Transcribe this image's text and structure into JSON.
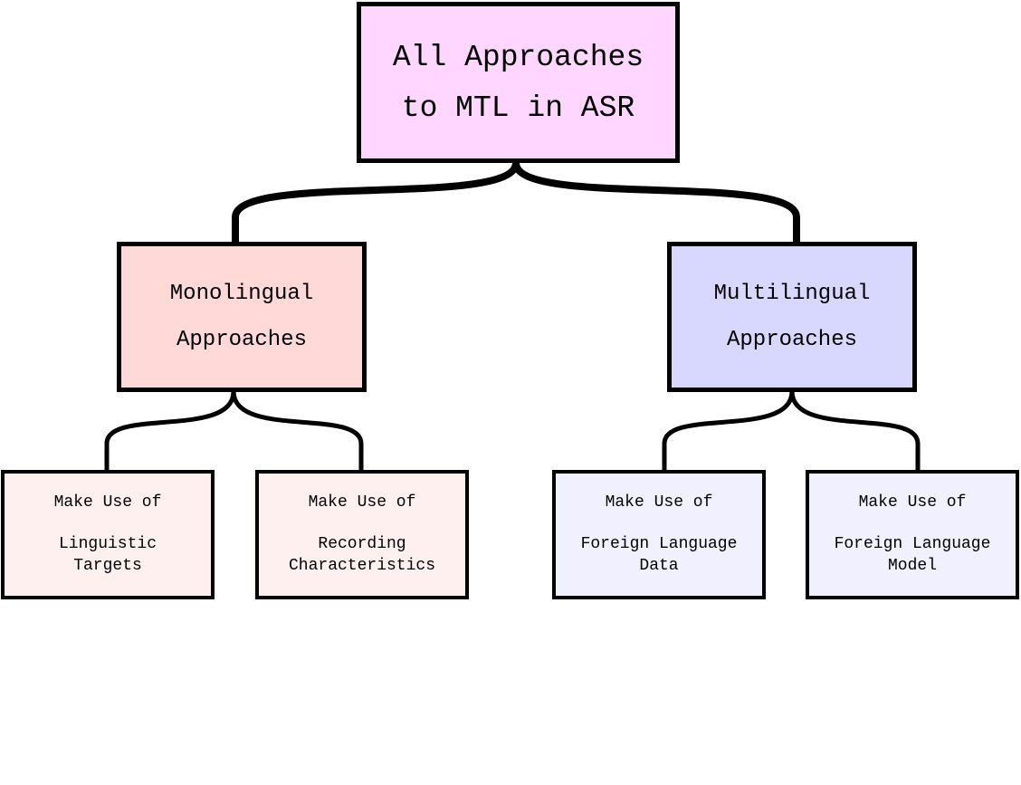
{
  "root": {
    "line1": "All Approaches",
    "line2": "to MTL in ASR",
    "color": "#ffd6ff"
  },
  "monolingual": {
    "line1": "Monolingual",
    "line2": "Approaches",
    "color": "#ffd8d8",
    "children": [
      {
        "line1": "Make Use of",
        "line2": "Linguistic",
        "line3": "Targets"
      },
      {
        "line1": "Make Use of",
        "line2": "Recording",
        "line3": "Characteristics"
      }
    ]
  },
  "multilingual": {
    "line1": "Multilingual",
    "line2": "Approaches",
    "color": "#d8d8ff",
    "children": [
      {
        "line1": "Make Use of",
        "line2": "Foreign Language",
        "line3": "Data"
      },
      {
        "line1": "Make Use of",
        "line2": "Foreign Language",
        "line3": "Model"
      }
    ]
  }
}
